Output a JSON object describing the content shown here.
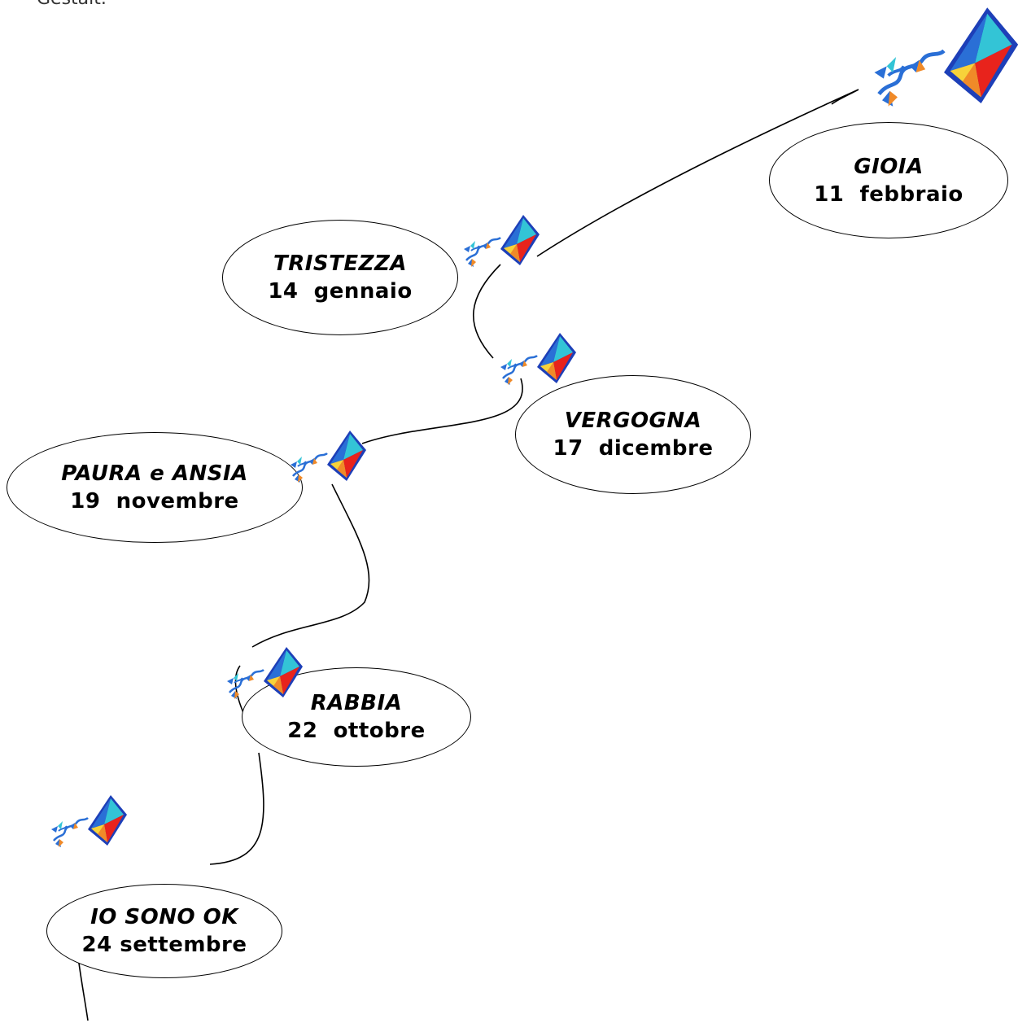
{
  "header_fragment": "Gestalt.",
  "milestones": [
    {
      "emotion": "IO SONO OK",
      "date": "24 settembre"
    },
    {
      "emotion": "RABBIA",
      "date": "22  ottobre"
    },
    {
      "emotion": "PAURA e ANSIA",
      "date": "19  novembre"
    },
    {
      "emotion": "VERGOGNA",
      "date": "17  dicembre"
    },
    {
      "emotion": "TRISTEZZA",
      "date": "14  gennaio"
    },
    {
      "emotion": "GIOIA",
      "date": "11  febbraio"
    }
  ],
  "colors": {
    "kite_cyan": "#33c4d6",
    "kite_blue": "#2a6fd6",
    "kite_red": "#e8231c",
    "kite_yellow": "#f7d23a",
    "kite_orange": "#f08a28",
    "kite_frame": "#1d3fb8",
    "line": "#000000"
  },
  "icons": [
    "kite-icon"
  ]
}
